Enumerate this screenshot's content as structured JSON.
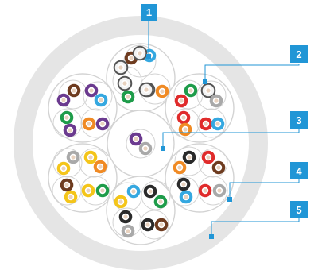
{
  "colors": {
    "jacket": "#e5e5e5",
    "ring_stroke": "#d3d3d3",
    "callout": "#2196d6",
    "core_white_ring": "#ffffff",
    "core_inner": "#e8d2bf"
  },
  "callouts": [
    {
      "id": "c1",
      "label": "1"
    },
    {
      "id": "c2",
      "label": "2"
    },
    {
      "id": "c3",
      "label": "3"
    },
    {
      "id": "c4",
      "label": "4"
    },
    {
      "id": "c5",
      "label": "5"
    }
  ],
  "wire_colors": {
    "brown": "#6e3b1f",
    "blue": "#35a8e0",
    "orange": "#f08a24",
    "green": "#1e9c4a",
    "white": "#f3f3f3",
    "purple": "#6b3a8f",
    "red": "#e02b2b",
    "grey": "#a9a9a9",
    "black": "#2a2a2a",
    "yellow": "#f4c51a"
  },
  "groups": [
    {
      "name": "top",
      "wires": [
        "brown",
        "blue",
        "white",
        "white",
        "white",
        "orange",
        "green",
        "white",
        "white"
      ]
    },
    {
      "name": "upper-right",
      "wires": [
        "green",
        "white",
        "red",
        "grey",
        "red",
        "red",
        "blue",
        "orange"
      ]
    },
    {
      "name": "upper-left",
      "wires": [
        "brown",
        "purple",
        "purple",
        "blue",
        "green",
        "purple",
        "orange",
        "purple"
      ]
    },
    {
      "name": "center",
      "wires": [
        "purple",
        "grey"
      ]
    },
    {
      "name": "lower-left",
      "wires": [
        "grey",
        "yellow",
        "yellow",
        "orange",
        "brown",
        "yellow",
        "yellow",
        "green"
      ]
    },
    {
      "name": "lower-right",
      "wires": [
        "black",
        "red",
        "orange",
        "brown",
        "black",
        "blue",
        "red",
        "grey"
      ]
    },
    {
      "name": "bottom",
      "wires": [
        "blue",
        "black",
        "yellow",
        "green",
        "black",
        "black",
        "brown",
        "grey"
      ]
    }
  ]
}
